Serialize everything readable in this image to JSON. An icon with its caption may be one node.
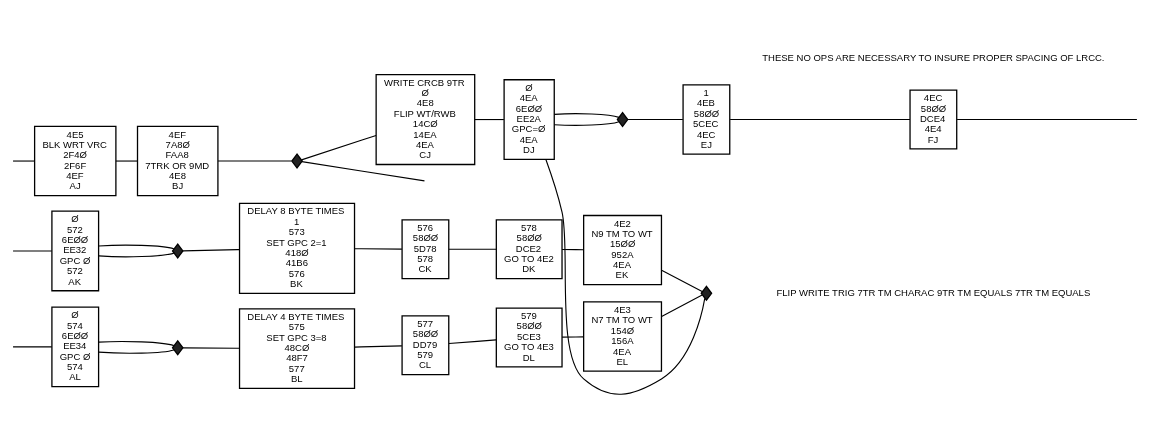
{
  "diagram": {
    "nodes": [
      {
        "text": [
          "4E5",
          "BLK WRT VRC",
          "2F4Ø",
          "2F6F",
          "4EF",
          "AJ"
        ]
      },
      {
        "text": [
          "4EF",
          "7A8Ø",
          "FAA8",
          "7TRK OR 9MD",
          "4E8",
          "BJ"
        ]
      },
      {
        "text": [],
        "shape": "diamond"
      },
      {
        "text": [
          "WRITE CRCB 9TR",
          "Ø",
          "4E8",
          "FLIP WT/RWB",
          "14CØ",
          "14EA",
          "4EA",
          "CJ"
        ]
      },
      {
        "text": [
          "Ø",
          "4EA",
          "6EØØ",
          "EE2A",
          "GPC=Ø",
          "4EA",
          "DJ"
        ]
      },
      {
        "text": [],
        "shape": "diamond"
      },
      {
        "text": [
          "1",
          "4EB",
          "58ØØ",
          "5CEC",
          "4EC",
          "EJ"
        ]
      },
      {
        "text": [
          "4EC",
          "58ØØ",
          "DCE4",
          "4E4",
          "FJ"
        ]
      },
      {
        "text": [
          "Ø",
          "572",
          "6EØØ",
          "EE32",
          "GPC Ø",
          "572",
          "AK"
        ]
      },
      {
        "text": [],
        "shape": "diamond"
      },
      {
        "text": [
          "DELAY 8 BYTE TIMES",
          "1",
          "573",
          "SET GPC 2=1",
          "418Ø",
          "41B6",
          "576",
          "BK"
        ]
      },
      {
        "text": [
          "576",
          "58ØØ",
          "5D78",
          "578",
          "CK"
        ]
      },
      {
        "text": [
          "578",
          "58ØØ",
          "DCE2",
          "GO TO 4E2",
          "DK"
        ]
      },
      {
        "text": [
          "4E2",
          "N9 TM TO WT",
          "15ØØ",
          "952A",
          "4EA",
          "EK"
        ]
      },
      {
        "text": [
          "Ø",
          "574",
          "6EØØ",
          "EE34",
          "GPC Ø",
          "574",
          "AL"
        ]
      },
      {
        "text": [],
        "shape": "diamond"
      },
      {
        "text": [
          "DELAY 4 BYTE TIMES",
          "575",
          "SET GPC 3=8",
          "48CØ",
          "48F7",
          "577",
          "BL"
        ]
      },
      {
        "text": [
          "577",
          "58ØØ",
          "DD79",
          "579",
          "CL"
        ]
      },
      {
        "text": [
          "579",
          "58ØØ",
          "5CE3",
          "GO TO 4E3",
          "DL"
        ]
      },
      {
        "text": [
          "4E3",
          "N7 TM TO WT",
          "154Ø",
          "156A",
          "4EA",
          "EL"
        ]
      },
      {
        "text": [],
        "shape": "diamond"
      }
    ],
    "edges": [
      {
        "from": null,
        "to": 0,
        "arrow": "none"
      },
      {
        "from": 0,
        "to": 1,
        "arrow": "none"
      },
      {
        "from": 1,
        "to": 2,
        "arrow": "none"
      },
      {
        "from": 2,
        "to": 3,
        "arrow": "none"
      },
      {
        "from": 2,
        "to": null,
        "arrow": "none"
      },
      {
        "from": 3,
        "to": 4,
        "arrow": "none"
      },
      {
        "from": 4,
        "to": 5,
        "arrow": "none"
      },
      {
        "from": 5,
        "to": 4,
        "arrow": "none"
      },
      {
        "from": 5,
        "to": 6,
        "arrow": "none"
      },
      {
        "from": 6,
        "to": 7,
        "arrow": "none"
      },
      {
        "from": 7,
        "to": null,
        "arrow": "none"
      },
      {
        "from": null,
        "to": 8,
        "arrow": "none"
      },
      {
        "from": 8,
        "to": 9,
        "arrow": "none"
      },
      {
        "from": 9,
        "to": 8,
        "arrow": "none"
      },
      {
        "from": 9,
        "to": 10,
        "arrow": "none"
      },
      {
        "from": 10,
        "to": 11,
        "arrow": "none"
      },
      {
        "from": 11,
        "to": 12,
        "arrow": "none"
      },
      {
        "from": 12,
        "to": 13,
        "arrow": "none"
      },
      {
        "from": 13,
        "to": 20,
        "arrow": "none"
      },
      {
        "from": null,
        "to": 14,
        "arrow": "none"
      },
      {
        "from": 14,
        "to": 15,
        "arrow": "none"
      },
      {
        "from": 15,
        "to": 14,
        "arrow": "none"
      },
      {
        "from": 15,
        "to": 16,
        "arrow": "none"
      },
      {
        "from": 16,
        "to": 17,
        "arrow": "none"
      },
      {
        "from": 17,
        "to": 18,
        "arrow": "none"
      },
      {
        "from": 18,
        "to": 19,
        "arrow": "none"
      },
      {
        "from": 19,
        "to": 20,
        "arrow": "none"
      },
      {
        "from": 20,
        "to": 4,
        "arrow": "none"
      }
    ],
    "labels": [
      "THESE NO OPS ARE NECESSARY TO INSURE PROPER SPACING OF LRCC.",
      "FLIP WRITE TRIG 7TR TM CHARAC 9TR TM EQUALS 7TR TM EQUALS"
    ]
  }
}
